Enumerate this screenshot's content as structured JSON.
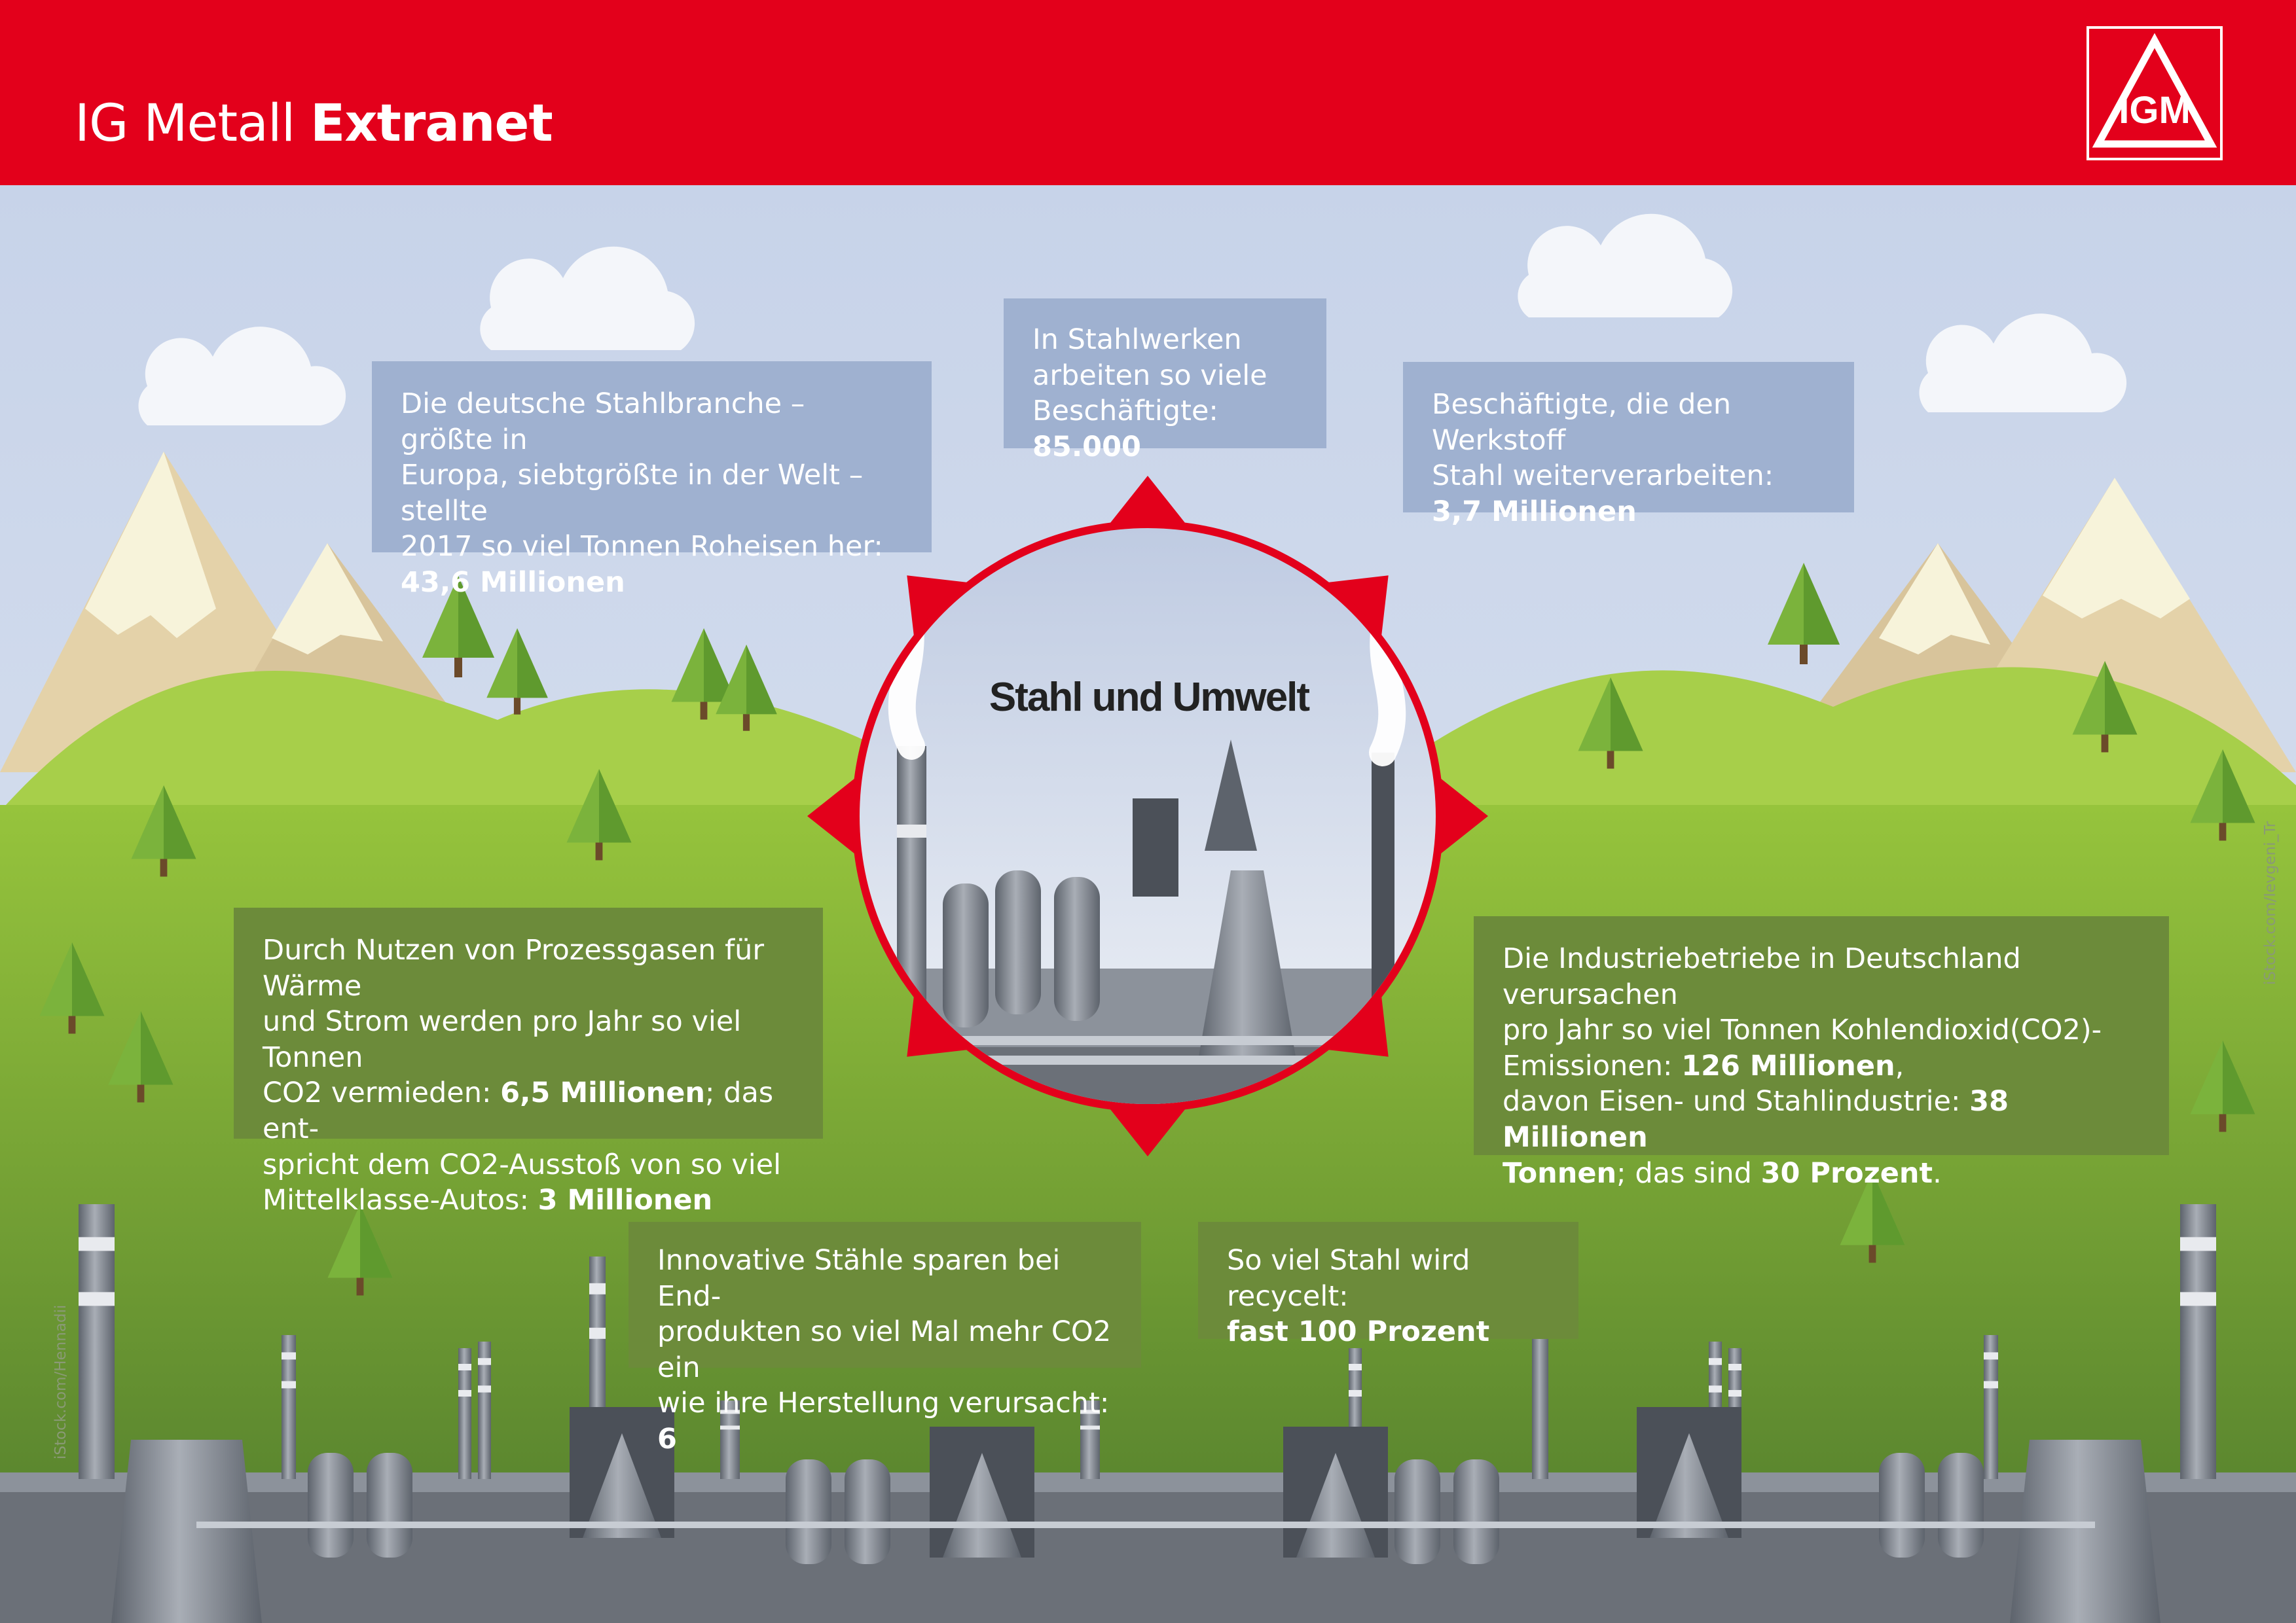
{
  "header": {
    "brand_regular": "IG Metall",
    "brand_bold": "Extranet",
    "logo_letters": "IGM",
    "colors": {
      "red": "#e3001b",
      "white": "#ffffff"
    }
  },
  "center": {
    "title": "Stahl und Umwelt"
  },
  "facts": {
    "production": {
      "text": "Die deutsche Stahlbranche – größte in\nEuropa, siebtgrößte in der Welt – stellte\n2017 so viel Tonnen Roheisen her:\n",
      "value": "43,6 Millionen"
    },
    "employees": {
      "text": "In Stahlwerken\narbeiten so viele\nBeschäftigte: ",
      "value": "85.000"
    },
    "processors": {
      "text": "Beschäftigte, die den Werkstoff\nStahl weiterverarbeiten:\n",
      "value": "3,7 Millionen"
    },
    "process_gases": {
      "t1": "Durch Nutzen von Prozessgasen für Wärme\nund Strom werden pro Jahr so viel Tonnen\nCO2 vermieden: ",
      "v1": "6,5 Millionen",
      "t2": "; das ent-\nspricht dem CO2-Ausstoß von so viel\nMittelklasse-Autos: ",
      "v2": "3 Millionen"
    },
    "emissions": {
      "t1": "Die Industriebetriebe in Deutschland verursachen\npro Jahr so viel Tonnen Kohlendioxid(CO2)-\nEmissionen: ",
      "v1": "126 Millionen",
      "t2": ",\ndavon Eisen- und Stahlindustrie: ",
      "v2": "38 Millionen\nTonnen",
      "t3": "; das sind ",
      "v3": "30 Prozent",
      "t4": "."
    },
    "innovative": {
      "text": "Innovative Stähle sparen bei End-\nprodukten so viel Mal mehr CO2 ein\nwie ihre Herstellung verursacht:  ",
      "value": "6"
    },
    "recycling": {
      "text": "So viel Stahl wird recycelt:\n",
      "value": "fast 100 Prozent"
    }
  },
  "credits": {
    "left": "iStock.com/Hennadii",
    "right": "iStock.com/Ievgeni_Tr"
  },
  "palette": {
    "sky": "#cdd9ec",
    "grass": "#8fbf3a",
    "sky_box": "#9fb1d0",
    "green_box": "#6c8b3a",
    "mountain": "#e4d2a9",
    "snow": "#f7f3da",
    "steel": "#8a8f98"
  }
}
